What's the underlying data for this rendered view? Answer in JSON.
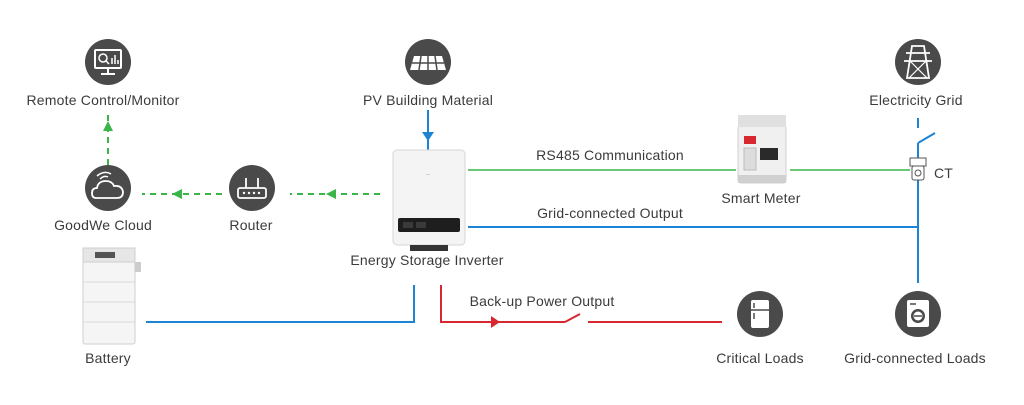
{
  "nodes": {
    "remote_monitor": {
      "label": "Remote Control/Monitor",
      "icon": "monitor-chart-icon"
    },
    "pv_material": {
      "label": "PV Building Material",
      "icon": "solar-panel-icon"
    },
    "electricity_grid": {
      "label": "Electricity Grid",
      "icon": "power-tower-icon"
    },
    "goodwe_cloud": {
      "label": "GoodWe Cloud",
      "icon": "cloud-wifi-icon"
    },
    "router": {
      "label": "Router",
      "icon": "router-icon"
    },
    "inverter": {
      "label": "Energy Storage Inverter",
      "icon": "inverter-icon"
    },
    "smart_meter": {
      "label": "Smart Meter",
      "icon": "smart-meter-icon"
    },
    "ct": {
      "label": "CT",
      "icon": "ct-sensor-icon"
    },
    "battery": {
      "label": "Battery",
      "icon": "battery-stack-icon"
    },
    "critical_loads": {
      "label": "Critical Loads",
      "icon": "fridge-icon"
    },
    "grid_loads": {
      "label": "Grid-connected Loads",
      "icon": "washing-machine-icon"
    }
  },
  "links": {
    "rs485": "RS485 Communication",
    "grid_output": "Grid-connected Output",
    "backup_output": "Back-up Power Output"
  },
  "colors": {
    "blue_line": "#1d83d4",
    "green_line": "#39b54a",
    "red_line": "#d7282f",
    "icon_bg": "#4a4a4a"
  }
}
